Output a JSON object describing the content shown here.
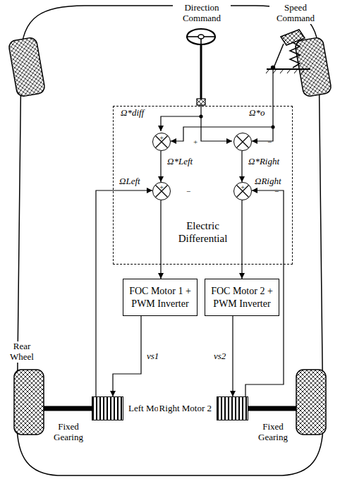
{
  "diagram": {
    "nodes": [
      {
        "text": [
          "Electric Differential"
        ]
      },
      {
        "text": [
          "+",
          "+"
        ],
        "in": 0
      },
      {
        "text": [
          "−"
        ],
        "in": 0
      },
      {
        "text": [
          "+",
          "−"
        ],
        "in": 0
      },
      {
        "text": [
          "+",
          "−"
        ],
        "in": 0
      },
      {
        "text": [
          "FOC Motor 1 + PWM Inverter"
        ]
      },
      {
        "text": [
          "FOC Motor 2 + PWM Inverter"
        ]
      },
      {
        "text": [
          "Left Motor 1"
        ]
      },
      {
        "text": [
          "Right Motor 2"
        ]
      }
    ],
    "edges": [
      {
        "from": 1,
        "to": 3,
        "arrow": "to",
        "label": "Ω*Left"
      },
      {
        "from": 2,
        "to": 4,
        "arrow": "to",
        "label": "Ω*Right"
      },
      {
        "from": 3,
        "to": 5,
        "arrow": "to"
      },
      {
        "from": 4,
        "to": 6,
        "arrow": "to"
      },
      {
        "from": 5,
        "to": 7,
        "arrow": "to",
        "label": "vs1"
      },
      {
        "from": 6,
        "to": 8,
        "arrow": "to",
        "label": "vs2"
      },
      {
        "from": 7,
        "to": 3,
        "arrow": "to",
        "label": "ΩLeft"
      },
      {
        "from": 8,
        "to": 4,
        "arrow": "to",
        "label": "ΩRight"
      }
    ],
    "labels": [
      "Direction Command",
      "Speed Command",
      "Ω*diff",
      "Ω*o",
      "Rear Wheel",
      "Fixed Gearing",
      "Fixed Gearing"
    ]
  }
}
